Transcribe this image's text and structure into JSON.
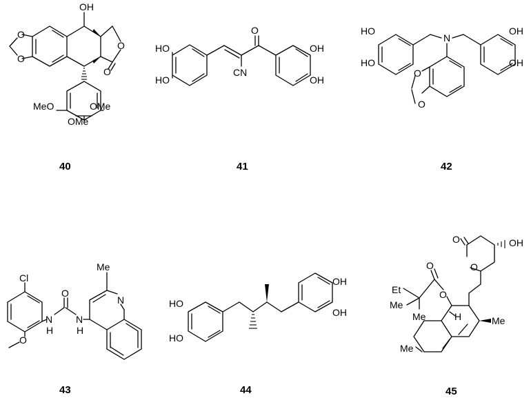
{
  "compounds": [
    {
      "id": "40",
      "labels": {
        "oh": "OH",
        "o_ring": "O",
        "o_carbonyl": "O",
        "meo_left": "MeO",
        "ome_right": "OMe",
        "ome_bottom": "OMe",
        "o_dioxole_a": "O",
        "o_dioxole_b": "O"
      }
    },
    {
      "id": "41",
      "labels": {
        "ho_top": "HO",
        "ho_bottom": "HO",
        "o_ketone": "O",
        "cn": "CN",
        "oh_top": "OH",
        "oh_bottom": "OH"
      }
    },
    {
      "id": "42",
      "labels": {
        "ho_top": "HO",
        "ho_bottom": "HO",
        "n": "N",
        "oh_top": "OH",
        "oh_bottom": "OH",
        "o_a": "O",
        "o_b": "O"
      }
    },
    {
      "id": "43",
      "labels": {
        "cl": "Cl",
        "o_methoxy": "O",
        "nh_left": "N",
        "h_left": "H",
        "o_urea": "O",
        "nh_right": "N",
        "h_right": "H",
        "me": "Me",
        "n_quin": "N"
      }
    },
    {
      "id": "44",
      "labels": {
        "ho_top": "HO",
        "ho_bottom": "HO",
        "oh_top": "OH",
        "oh_bottom": "OH"
      }
    },
    {
      "id": "45",
      "labels": {
        "o_carbonyl_lactone": "O",
        "o_ring": "O",
        "oh": "OH",
        "et": "Et",
        "me_quat": "Me",
        "me_quat2": "Me",
        "o_ester_carbonyl": "O",
        "o_ester": "O",
        "h": "H",
        "me_right": "Me",
        "me_left": "Me"
      }
    }
  ]
}
